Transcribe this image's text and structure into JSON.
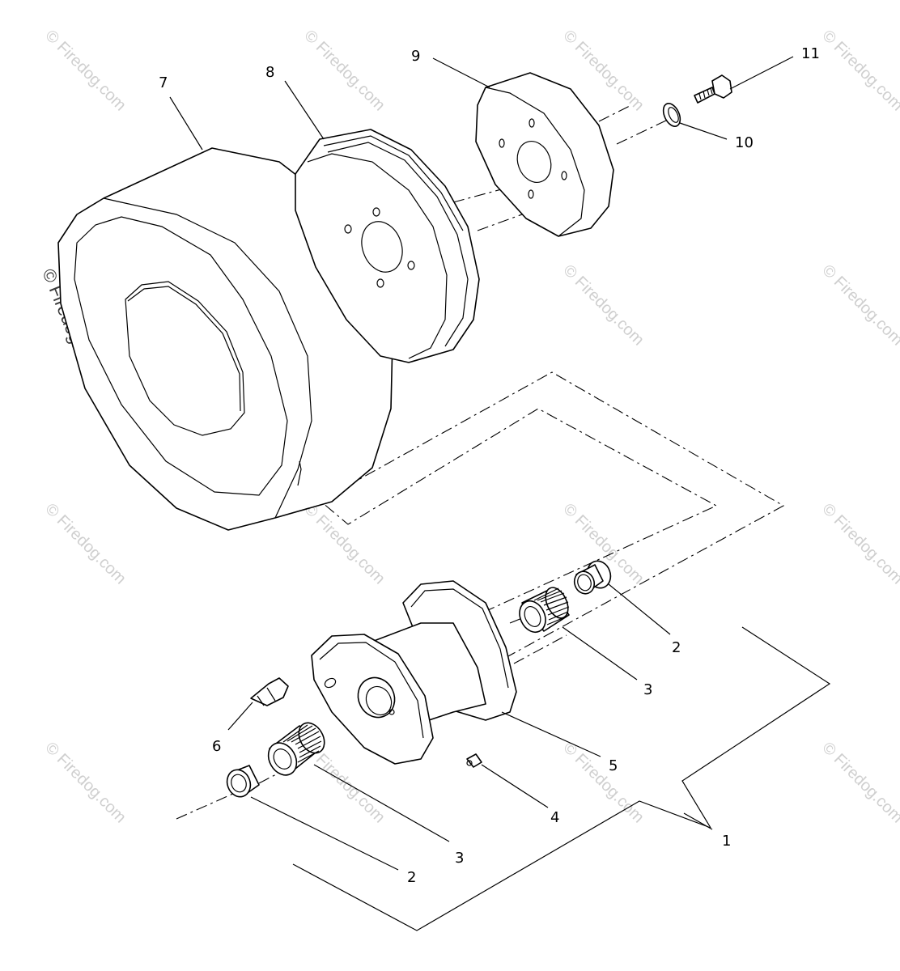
{
  "watermark": {
    "text": "© Firedog.com"
  },
  "callouts": {
    "c1": "1",
    "c2a": "2",
    "c2b": "2",
    "c3a": "3",
    "c3b": "3",
    "c4": "4",
    "c5": "5",
    "c6": "6",
    "c7": "7",
    "c8": "8",
    "c9": "9",
    "c10": "10",
    "c11": "11"
  }
}
